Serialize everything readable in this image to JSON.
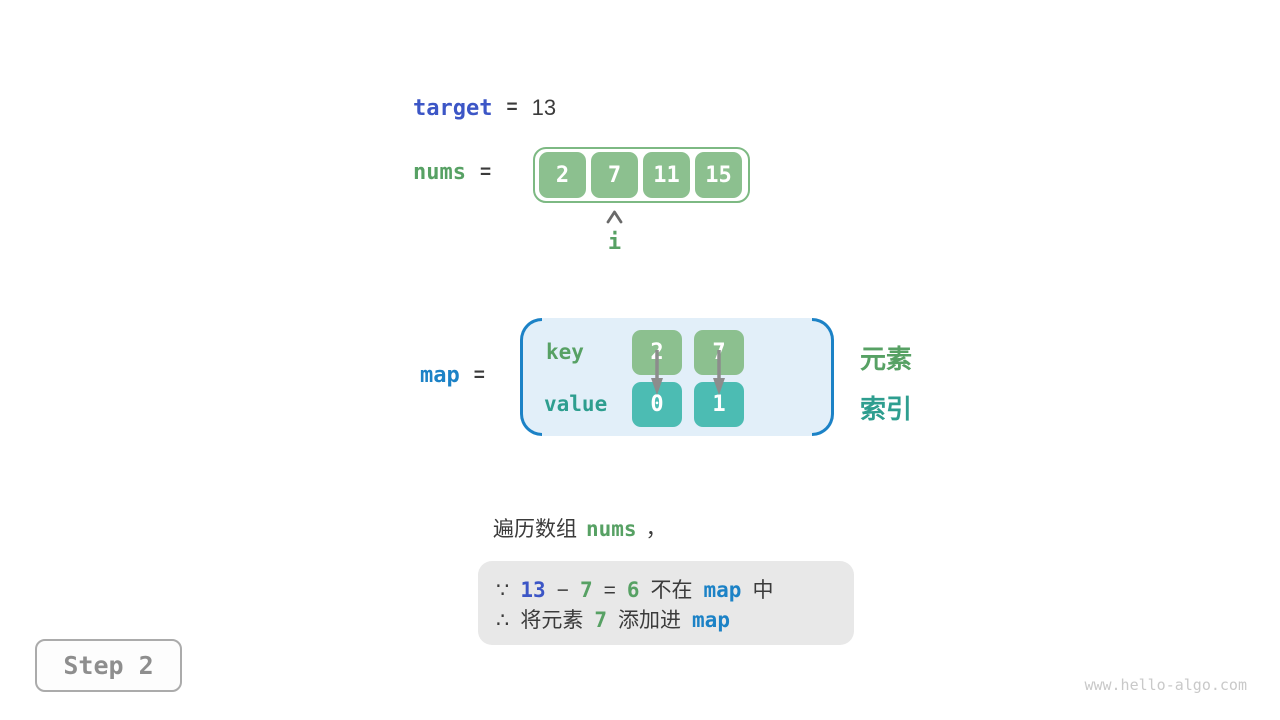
{
  "colors": {
    "indigo": "#3c56c6",
    "azure": "#1c82c6",
    "green": "#57a164",
    "teal": "#2e9e8f",
    "cell_green": "#8cc08f",
    "cell_teal": "#4cbcb3",
    "array_border": "#7db983",
    "map_bg": "#e2eff9",
    "map_bracket": "#1c82c6",
    "note_bg": "#e8e8e8",
    "arrow_gray": "#8c8c8c",
    "text": "#3b3b3b"
  },
  "target_row": {
    "label": "target",
    "equals": "=",
    "value": "13"
  },
  "nums_row": {
    "label": "nums",
    "equals": "=",
    "cells": [
      "2",
      "7",
      "11",
      "15"
    ],
    "pointer": "i"
  },
  "map_row": {
    "label": "map",
    "equals": "=",
    "key_label": "key",
    "value_label": "value",
    "keys": [
      "2",
      "7"
    ],
    "values": [
      "0",
      "1"
    ],
    "element_label": "元素",
    "index_label": "索引"
  },
  "caption": {
    "prefix": "遍历数组",
    "code": "nums",
    "comma": "，"
  },
  "note": {
    "line1": [
      "∵",
      "13",
      "−",
      "7",
      "=",
      "6",
      "不在",
      "map",
      "中"
    ],
    "line2": [
      "∴",
      "将元素",
      "7",
      "添加进",
      "map"
    ]
  },
  "footer": {
    "step": "Step 2",
    "watermark": "www.hello-algo.com"
  }
}
